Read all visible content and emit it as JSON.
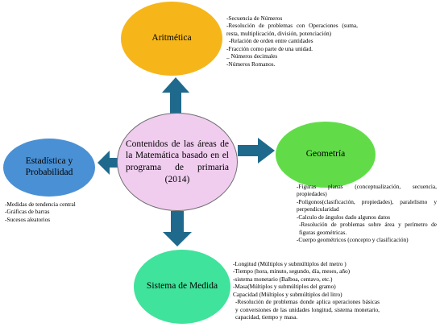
{
  "center": {
    "label": "Contenidos de las áreas de la Matemática basado en el programa de primaria (2014)"
  },
  "nodes": {
    "aritmetica": {
      "label": "Aritmética",
      "color": "#f6b61a"
    },
    "estadistica": {
      "label": "Estadística y Probabilidad",
      "color": "#4a90d4"
    },
    "geometria": {
      "label": "Geometría",
      "color": "#61dc48"
    },
    "medida": {
      "label": "Sistema de Medida",
      "color": "#3fe39b"
    }
  },
  "arrow_color": "#1f6a8c",
  "details": {
    "aritmetica": [
      "-Secuencia de Números",
      "-Resolución de problemas con Operaciones (suma, resta, multiplicación, división, potenciación)",
      "-Relación de orden entre cantidades",
      "-Fracción como parte de una unidad.",
      "_ Números decimales",
      "-Números Romanos."
    ],
    "estadistica": [
      "-Medidas de tendencia central",
      "-Gráficas de barras",
      "-Sucesos aleatorios"
    ],
    "geometria": [
      "-Figuras planas (conceptualización, secuencia, propiedades)",
      "-Polígonos(clasificación, propiedades), paralelismo y perpendicularidad",
      "-Calculo de ángulos dado algunos datos",
      "-Resolución de problemas sobre área y perímetro de figuras geométricas.",
      "-Cuerpo geométricos (concepto y clasificación)"
    ],
    "medida": [
      "-Longitud (Múltiplos y submúltiplos del metro )",
      "-Tiempo (hora, minuto, segundo, día, meses, año)",
      "-sistema monetario (Balboa, centavo, etc.)",
      "-Masa(Múltiplos y submúltiplos del gramo)",
      "Capacidad (Múltiplos y submúltiplos del litro)",
      "-Resolución de problemas donde aplica operaciones básicas y conversiones de las unidades longitud, sistema monetario, capacidad, tiempo y masa."
    ]
  }
}
